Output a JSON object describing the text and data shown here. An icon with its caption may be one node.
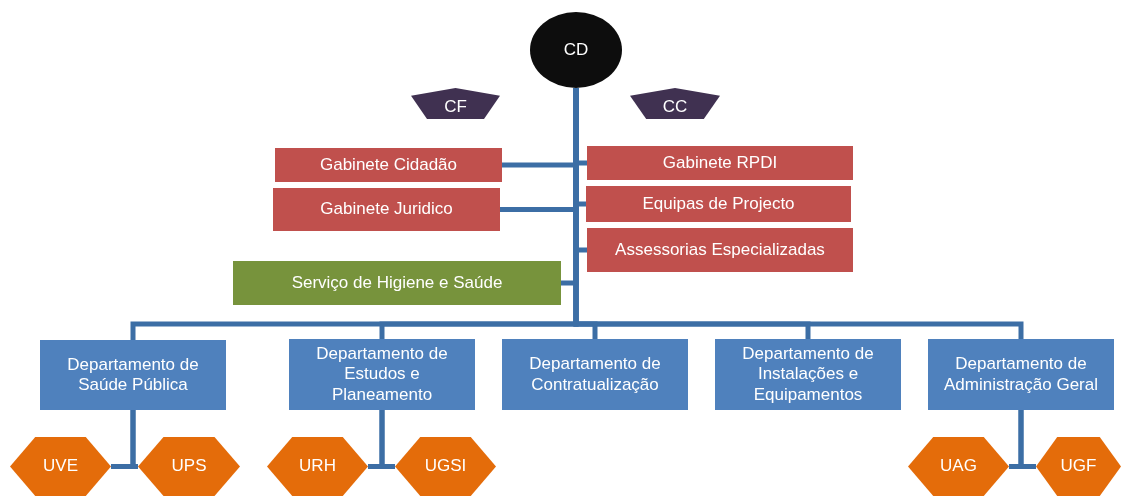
{
  "diagram": {
    "nodes": [
      {
        "text": [
          "CD"
        ]
      },
      {
        "text": [
          "CF"
        ]
      },
      {
        "text": [
          "CC"
        ]
      },
      {
        "text": [
          "Gabinete Cidadão"
        ]
      },
      {
        "text": [
          "Gabinete RPDI"
        ]
      },
      {
        "text": [
          "Gabinete Juridico"
        ]
      },
      {
        "text": [
          "Equipas de Projecto"
        ]
      },
      {
        "text": [
          "Assessorias Especializadas"
        ]
      },
      {
        "text": [
          "Serviço de Higiene e Saúde"
        ]
      },
      {
        "text": [
          "Departamento de Saúde Pública"
        ]
      },
      {
        "text": [
          "Departamento de Estudos e Planeamento"
        ]
      },
      {
        "text": [
          "Departamento de Contratualização"
        ]
      },
      {
        "text": [
          "Departamento de Instalações e Equipamentos"
        ]
      },
      {
        "text": [
          "Departamento de Administração Geral"
        ]
      },
      {
        "text": [
          "UVE"
        ]
      },
      {
        "text": [
          "UPS"
        ]
      },
      {
        "text": [
          "URH"
        ]
      },
      {
        "text": [
          "UGSI"
        ]
      },
      {
        "text": [
          "UAG"
        ]
      },
      {
        "text": [
          "UGF"
        ]
      }
    ],
    "edges": [
      {
        "from": 0,
        "to": 3,
        "arrow": "none"
      },
      {
        "from": 0,
        "to": 4,
        "arrow": "none"
      },
      {
        "from": 0,
        "to": 5,
        "arrow": "none"
      },
      {
        "from": 0,
        "to": 6,
        "arrow": "none"
      },
      {
        "from": 0,
        "to": 7,
        "arrow": "none"
      },
      {
        "from": 0,
        "to": 8,
        "arrow": "none"
      },
      {
        "from": 0,
        "to": 9,
        "arrow": "none"
      },
      {
        "from": 0,
        "to": 10,
        "arrow": "none"
      },
      {
        "from": 0,
        "to": 11,
        "arrow": "none"
      },
      {
        "from": 0,
        "to": 12,
        "arrow": "none"
      },
      {
        "from": 0,
        "to": 13,
        "arrow": "none"
      },
      {
        "from": 9,
        "to": 14,
        "arrow": "none"
      },
      {
        "from": 9,
        "to": 15,
        "arrow": "none"
      },
      {
        "from": 10,
        "to": 16,
        "arrow": "none"
      },
      {
        "from": 10,
        "to": 17,
        "arrow": "none"
      },
      {
        "from": 13,
        "to": 18,
        "arrow": "none"
      },
      {
        "from": 13,
        "to": 19,
        "arrow": "none"
      }
    ]
  }
}
